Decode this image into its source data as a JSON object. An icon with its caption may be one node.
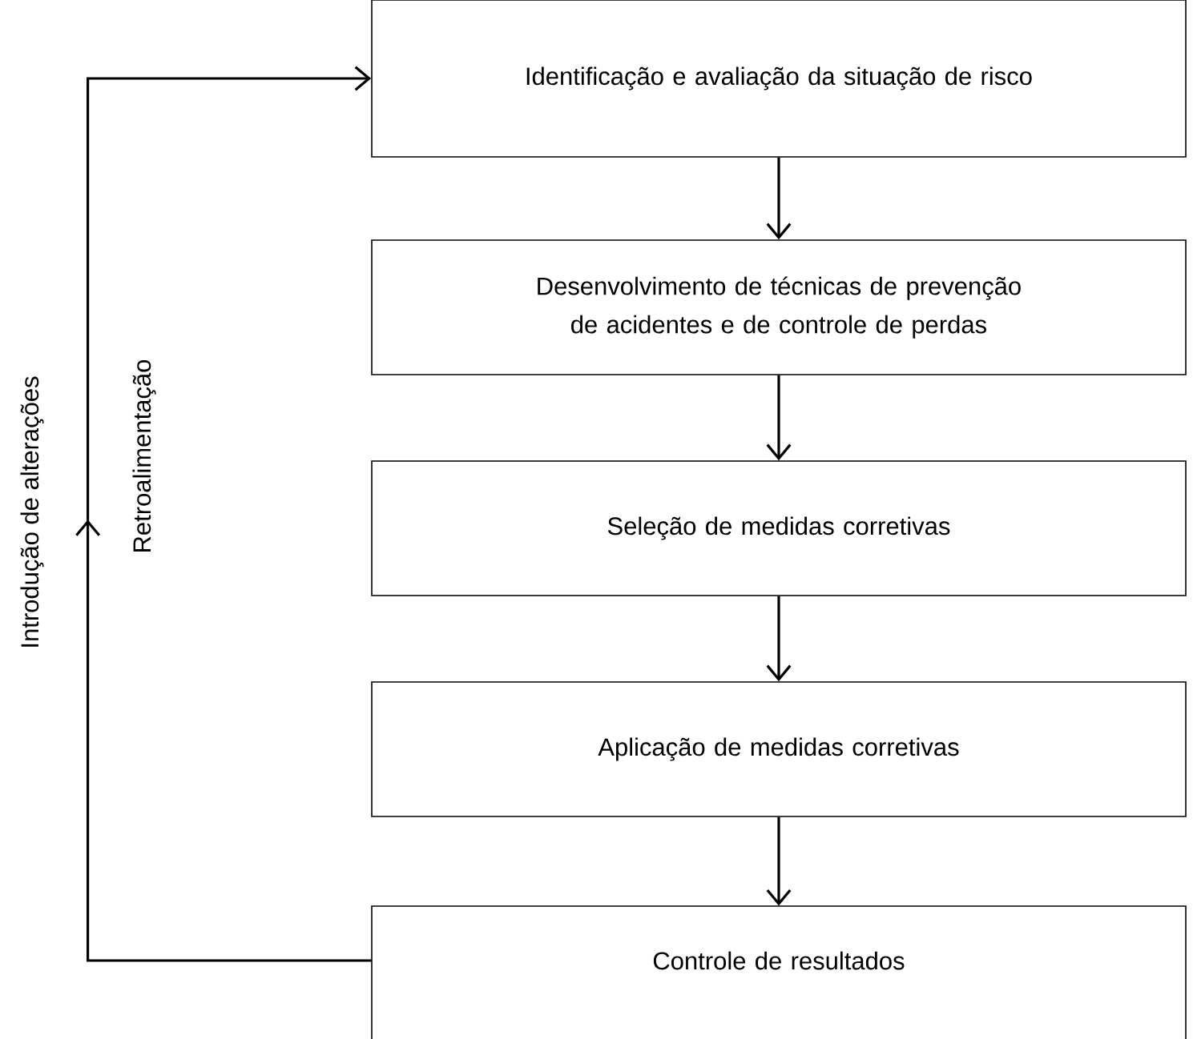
{
  "diagram": {
    "nodes": [
      {
        "text": [
          "Identificação e avaliação da situação de risco"
        ]
      },
      {
        "text": [
          "Desenvolvimento de técnicas de prevenção de acidentes e de controle de perdas"
        ]
      },
      {
        "text": [
          "Seleção de medidas corretivas"
        ]
      },
      {
        "text": [
          "Aplicação de medidas corretivas"
        ]
      },
      {
        "text": [
          "Controle de resultados"
        ]
      }
    ],
    "edges": [
      {
        "from": 0,
        "to": 1,
        "arrow": "to"
      },
      {
        "from": 1,
        "to": 2,
        "arrow": "to"
      },
      {
        "from": 2,
        "to": 3,
        "arrow": "to"
      },
      {
        "from": 3,
        "to": 4,
        "arrow": "to"
      },
      {
        "from": 4,
        "to": 0,
        "arrow": "to"
      }
    ],
    "labels": [
      "Introdução de alterações",
      "Retroalimentação"
    ]
  }
}
